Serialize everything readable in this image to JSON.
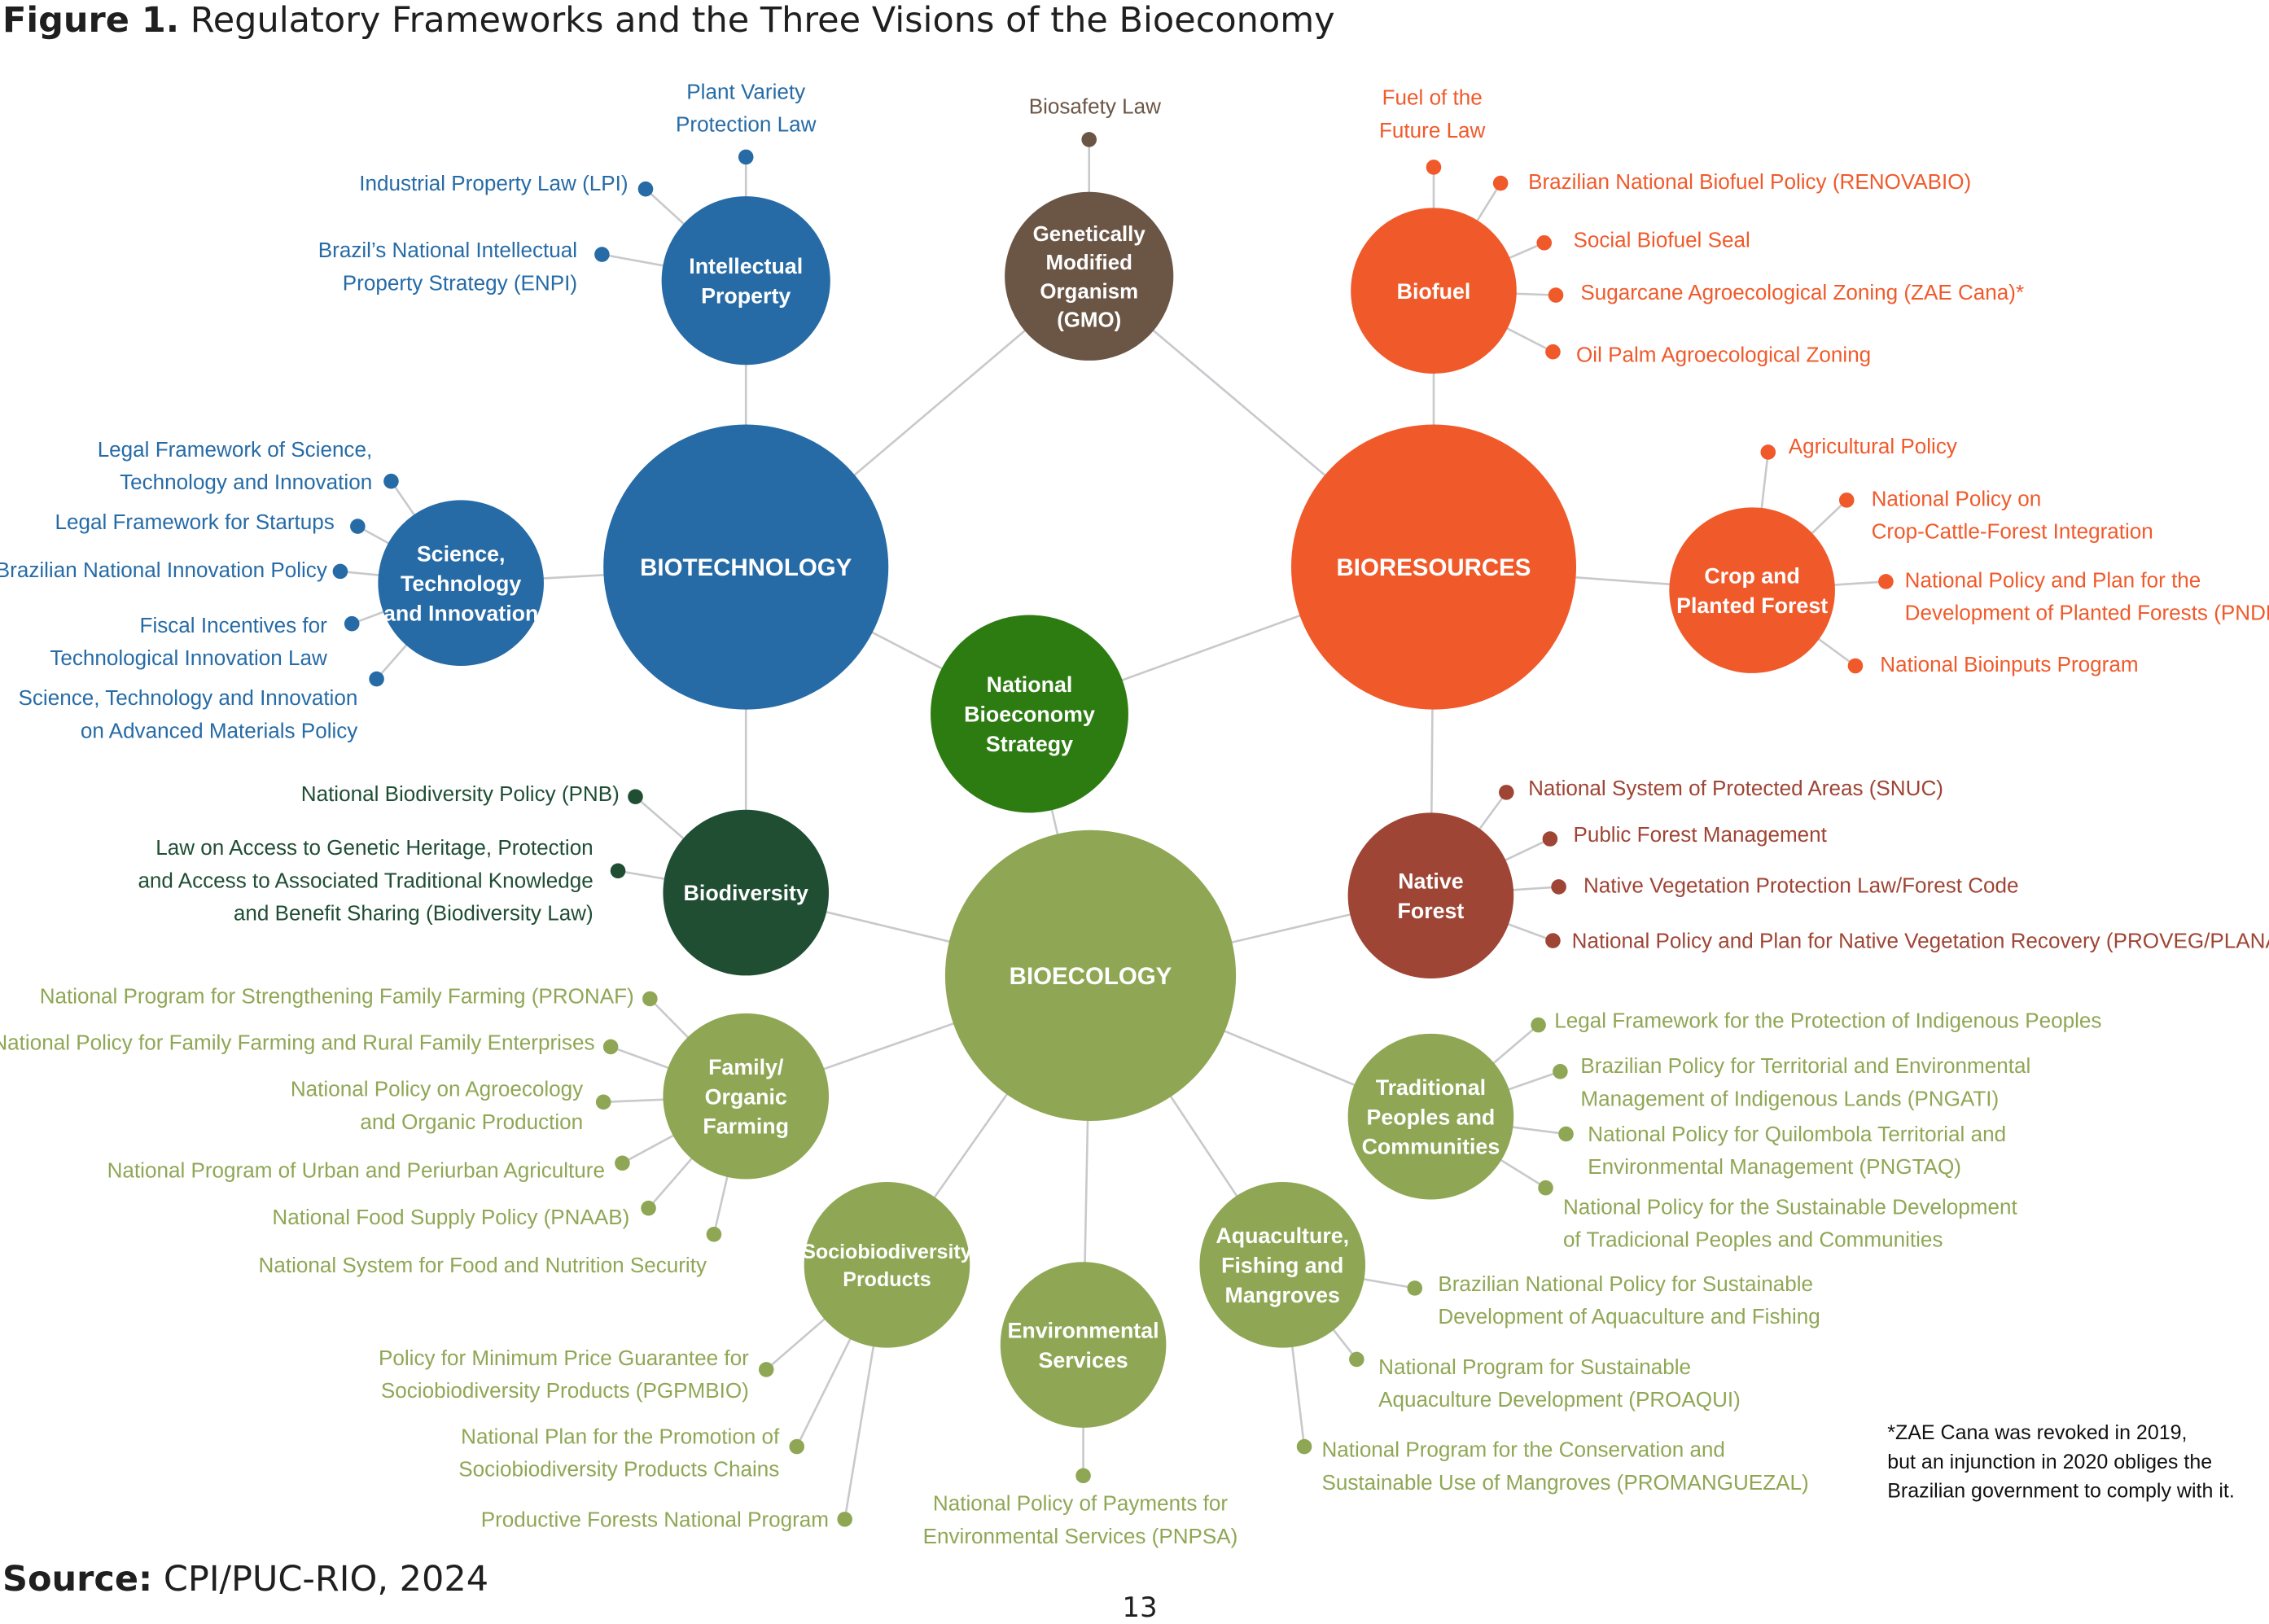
{
  "header": {
    "figure_label": "Figure 1.",
    "figure_title": "Regulatory Frameworks and the Three Visions of the Bioeconomy"
  },
  "footer": {
    "source_label": "Source:",
    "source_text": "CPI/PUC-RIO, 2024",
    "page_number": "13"
  },
  "footnote": [
    "*ZAE Cana was revoked in 2019,",
    "but an injunction in 2020 obliges the",
    "Brazilian government to comply with it."
  ],
  "colors": {
    "biotech": "#266ba6",
    "bioresources": "#f05a2b",
    "bioecology": "#8fa755",
    "gmo": "#6b5646",
    "biodiversity": "#1f4e33",
    "native_forest": "#9e4535",
    "strategy": "#2d7c12",
    "connector": "#c8c9cc"
  },
  "hubs": [
    {
      "id": "biotechnology",
      "label": "BIOTECHNOLOGY",
      "color": "biotech"
    },
    {
      "id": "bioresources",
      "label": "BIORESOURCES",
      "color": "bioresources"
    },
    {
      "id": "bioecology",
      "label": "BIOECOLOGY",
      "color": "bioecology"
    }
  ],
  "center": {
    "id": "strategy",
    "label": [
      "National",
      "Bioeconomy",
      "Strategy"
    ],
    "color": "strategy"
  },
  "clusters": [
    {
      "id": "intellectual-property",
      "label": [
        "Intellectual",
        "Property"
      ],
      "color": "biotech",
      "policies": [
        {
          "lines": [
            "Plant Variety",
            "Protection Law"
          ]
        },
        {
          "lines": [
            "Industrial Property Law (LPI)"
          ]
        },
        {
          "lines": [
            "Brazil’s National Intellectual",
            "Property Strategy (ENPI)"
          ]
        }
      ]
    },
    {
      "id": "gmo",
      "label": [
        "Genetically",
        "Modified",
        "Organism",
        "(GMO)"
      ],
      "color": "gmo",
      "policies": [
        {
          "lines": [
            "Biosafety Law"
          ]
        }
      ]
    },
    {
      "id": "biofuel",
      "label": [
        "Biofuel"
      ],
      "color": "bioresources",
      "policies": [
        {
          "lines": [
            "Fuel of the",
            "Future Law"
          ]
        },
        {
          "lines": [
            "Brazilian National Biofuel Policy (RENOVABIO)"
          ]
        },
        {
          "lines": [
            "Social Biofuel Seal"
          ]
        },
        {
          "lines": [
            "Sugarcane Agroecological Zoning (ZAE Cana)*"
          ]
        },
        {
          "lines": [
            "Oil Palm Agroecological Zoning"
          ]
        }
      ]
    },
    {
      "id": "sti",
      "label": [
        "Science,",
        "Technology",
        "and Innovation"
      ],
      "color": "biotech",
      "policies": [
        {
          "lines": [
            "Legal Framework of Science,",
            "Technology and Innovation"
          ]
        },
        {
          "lines": [
            "Legal Framework for Startups"
          ]
        },
        {
          "lines": [
            "Brazilian National Innovation Policy"
          ]
        },
        {
          "lines": [
            "Fiscal Incentives for",
            "Technological Innovation Law"
          ]
        },
        {
          "lines": [
            "Science, Technology and Innovation",
            "on Advanced Materials Policy"
          ]
        }
      ]
    },
    {
      "id": "crop-forest",
      "label": [
        "Crop and",
        "Planted Forest"
      ],
      "color": "bioresources",
      "policies": [
        {
          "lines": [
            "Agricultural Policy"
          ]
        },
        {
          "lines": [
            "National Policy on",
            "Crop-Cattle-Forest Integration"
          ]
        },
        {
          "lines": [
            "National Policy and Plan for the",
            "Development of Planted Forests (PNDF)"
          ]
        },
        {
          "lines": [
            "National Bioinputs Program"
          ]
        }
      ]
    },
    {
      "id": "biodiversity",
      "label": [
        "Biodiversity"
      ],
      "color": "biodiversity",
      "policies": [
        {
          "lines": [
            "National Biodiversity Policy (PNB)"
          ]
        },
        {
          "lines": [
            "Law on Access to Genetic Heritage, Protection",
            "and Access to Associated Traditional Knowledge",
            "and Benefit Sharing (Biodiversity Law)"
          ]
        }
      ]
    },
    {
      "id": "native-forest",
      "label": [
        "Native",
        "Forest"
      ],
      "color": "native_forest",
      "policies": [
        {
          "lines": [
            "National System of Protected Areas (SNUC)"
          ]
        },
        {
          "lines": [
            "Public Forest Management"
          ]
        },
        {
          "lines": [
            "Native Vegetation Protection Law/Forest Code"
          ]
        },
        {
          "lines": [
            "National Policy and Plan for Native Vegetation Recovery (PROVEG/PLANAVEG)"
          ]
        }
      ]
    },
    {
      "id": "family-farming",
      "label": [
        "Family/",
        "Organic",
        "Farming"
      ],
      "color": "bioecology",
      "policies": [
        {
          "lines": [
            "National Program for Strengthening Family Farming (PRONAF)"
          ]
        },
        {
          "lines": [
            "National Policy for Family Farming and Rural Family Enterprises"
          ]
        },
        {
          "lines": [
            "National Policy on Agroecology",
            "and Organic Production"
          ]
        },
        {
          "lines": [
            "National Program of Urban and Periurban Agriculture"
          ]
        },
        {
          "lines": [
            "National Food Supply Policy (PNAAB)"
          ]
        },
        {
          "lines": [
            "National System for Food and Nutrition Security"
          ]
        }
      ]
    },
    {
      "id": "traditional-peoples",
      "label": [
        "Traditional",
        "Peoples and",
        "Communities"
      ],
      "color": "bioecology",
      "policies": [
        {
          "lines": [
            "Legal Framework for the Protection of Indigenous Peoples"
          ]
        },
        {
          "lines": [
            "Brazilian Policy for Territorial and Environmental",
            "Management of Indigenous Lands (PNGATI)"
          ]
        },
        {
          "lines": [
            "National Policy for Quilombola Territorial and",
            "Environmental Management (PNGTAQ)"
          ]
        },
        {
          "lines": [
            "National Policy for the Sustainable Development",
            "of Tradicional Peoples and Communities"
          ]
        }
      ]
    },
    {
      "id": "sociobiodiversity",
      "label": [
        "Sociobiodiversity",
        "Products"
      ],
      "color": "bioecology",
      "policies": [
        {
          "lines": [
            "Policy for Minimum Price Guarantee for",
            "Sociobiodiversity Products (PGPMBIO)"
          ]
        },
        {
          "lines": [
            "National Plan for the Promotion of",
            "Sociobiodiversity Products Chains"
          ]
        },
        {
          "lines": [
            "Productive Forests National Program"
          ]
        }
      ]
    },
    {
      "id": "environmental-services",
      "label": [
        "Environmental",
        "Services"
      ],
      "color": "bioecology",
      "policies": [
        {
          "lines": [
            "National Policy of Payments for",
            "Environmental Services (PNPSA)"
          ]
        }
      ]
    },
    {
      "id": "aquaculture",
      "label": [
        "Aquaculture,",
        "Fishing and",
        "Mangroves"
      ],
      "color": "bioecology",
      "policies": [
        {
          "lines": [
            "Brazilian National Policy for Sustainable",
            "Development of Aquaculture and Fishing"
          ]
        },
        {
          "lines": [
            "National Program for Sustainable",
            "Aquaculture Development (PROAQUI)"
          ]
        },
        {
          "lines": [
            "National Program for the Conservation and",
            "Sustainable Use of Mangroves (PROMANGUEZAL)"
          ]
        }
      ]
    }
  ]
}
